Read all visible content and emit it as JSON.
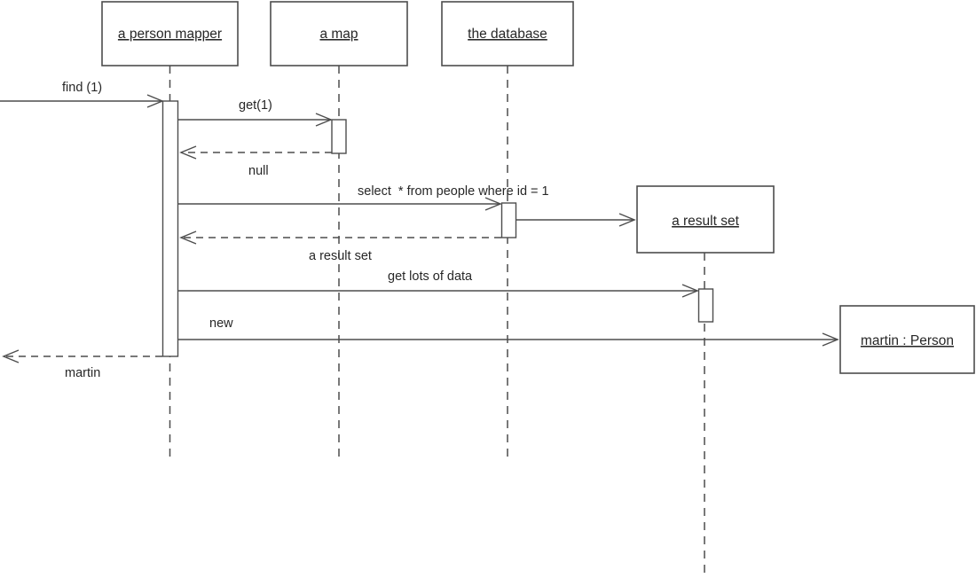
{
  "diagram": {
    "type": "uml-sequence-diagram",
    "colors": {
      "stroke": "#4d4d4d",
      "text": "#272727",
      "background": "#ffffff"
    },
    "participants": [
      {
        "id": "person-mapper",
        "label": "a person mapper"
      },
      {
        "id": "map",
        "label": "a map"
      },
      {
        "id": "database",
        "label": "the database"
      },
      {
        "id": "result-set",
        "label": "a result set"
      },
      {
        "id": "martin-person",
        "label": "martin : Person"
      }
    ],
    "messages": [
      {
        "label": "find (1)",
        "kind": "call",
        "from": "external-caller",
        "to": "person-mapper"
      },
      {
        "label": "get(1)",
        "kind": "call",
        "from": "person-mapper",
        "to": "map"
      },
      {
        "label": "null",
        "kind": "return",
        "from": "map",
        "to": "person-mapper"
      },
      {
        "label": "select  * from people where id = 1",
        "kind": "call",
        "from": "person-mapper",
        "to": "database"
      },
      {
        "label": "",
        "kind": "create",
        "from": "database",
        "to": "result-set"
      },
      {
        "label": "a result set",
        "kind": "return",
        "from": "database",
        "to": "person-mapper"
      },
      {
        "label": "get lots of data",
        "kind": "call",
        "from": "person-mapper",
        "to": "result-set"
      },
      {
        "label": "new",
        "kind": "create",
        "from": "person-mapper",
        "to": "martin-person"
      },
      {
        "label": "martin",
        "kind": "return",
        "from": "person-mapper",
        "to": "external-caller"
      }
    ]
  }
}
